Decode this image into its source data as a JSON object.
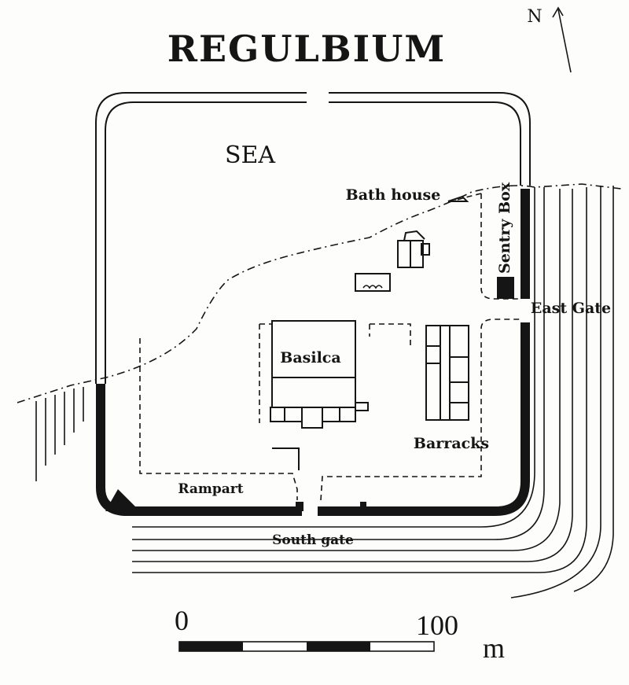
{
  "title": "REGULBIUM",
  "north_label": "N",
  "labels": {
    "sea": "SEA",
    "bath_house": "Bath house",
    "sentry_box": "Sentry Box",
    "east_gate": "East Gate",
    "basilica": "Basilca",
    "barracks": "Barracks",
    "rampart": "Rampart",
    "south_gate": "South gate"
  },
  "scale": {
    "start_label": "0",
    "end_label": "100",
    "unit": "m"
  }
}
